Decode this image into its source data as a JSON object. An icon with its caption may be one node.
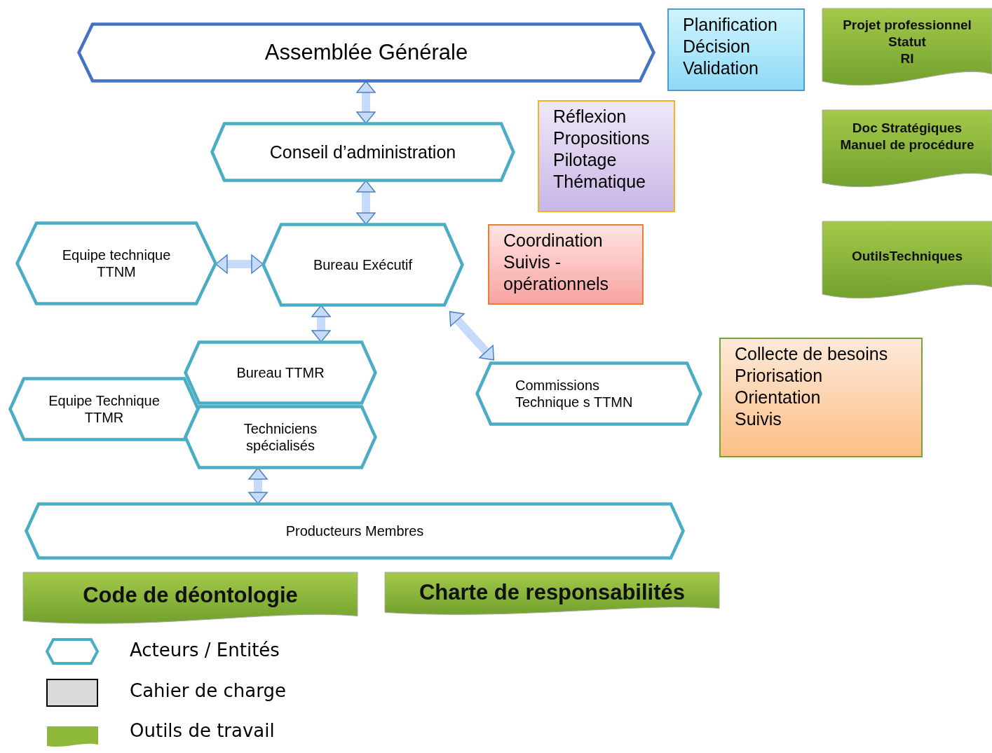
{
  "diagram": {
    "nodes": [
      {
        "text": [
          "Assemblée Générale"
        ]
      },
      {
        "text": [
          "Planification",
          "Décision",
          "Validation"
        ]
      },
      {
        "text": [
          "Projet professionnel",
          "Statut",
          "RI"
        ]
      },
      {
        "text": [
          "Conseil d’administration"
        ]
      },
      {
        "text": [
          "Réflexion",
          "Propositions",
          "Pilotage",
          "Thématique"
        ]
      },
      {
        "text": [
          "Doc Stratégiques",
          "Manuel de procédure"
        ]
      },
      {
        "text": [
          "Equipe technique TTNM"
        ]
      },
      {
        "text": [
          "Bureau Exécutif"
        ]
      },
      {
        "text": [
          "Coordination",
          "Suivis - opérationnels"
        ]
      },
      {
        "text": [
          "OutilsTechniques"
        ]
      },
      {
        "text": [
          "Bureau TTMR"
        ]
      },
      {
        "text": [
          "Equipe Technique TTMR"
        ]
      },
      {
        "text": [
          "Techniciens spécialisés"
        ]
      },
      {
        "text": [
          "Commissions Technique s TTMN"
        ]
      },
      {
        "text": [
          "Collecte de besoins",
          "Priorisation",
          "Orientation",
          "Suivis"
        ]
      },
      {
        "text": [
          "Producteurs Membres"
        ]
      },
      {
        "text": [
          "Code de déontologie"
        ]
      },
      {
        "text": [
          "Charte de responsabilités"
        ]
      }
    ],
    "edges": [
      {
        "from": 0,
        "to": 3,
        "arrow": "both"
      },
      {
        "from": 3,
        "to": 7,
        "arrow": "both"
      },
      {
        "from": 6,
        "to": 7,
        "arrow": "both"
      },
      {
        "from": 7,
        "to": 10,
        "arrow": "both"
      },
      {
        "from": 7,
        "to": 13,
        "arrow": "both"
      },
      {
        "from": 12,
        "to": 15,
        "arrow": "both"
      }
    ],
    "legend": [
      {
        "text": "Acteurs / Entités"
      },
      {
        "text": "Cahier de charge",
        "color": "#d9d9d9"
      },
      {
        "text": "Outils de travail",
        "color": "#8db83a"
      }
    ]
  }
}
